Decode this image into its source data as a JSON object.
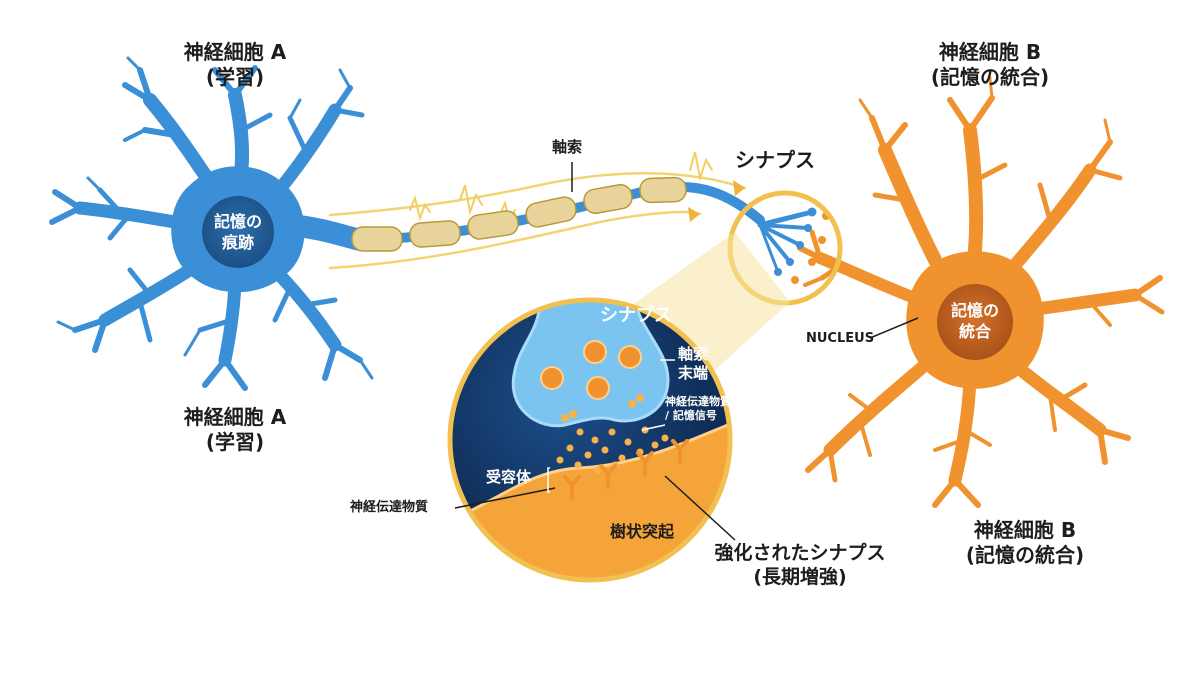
{
  "neuron_a": {
    "title_top": "神経細胞 A",
    "subtitle_top": "(学習)",
    "title_bottom": "神経細胞 A",
    "subtitle_bottom": "(学習)",
    "nucleus_line1": "記憶の",
    "nucleus_line2": "痕跡",
    "color": "#3b8fd6"
  },
  "neuron_b": {
    "title_top": "神経細胞 B",
    "subtitle_top": "(記憶の統合)",
    "title_bottom": "神経細胞 B",
    "subtitle_bottom": "(記憶の統合)",
    "nucleus_line1": "記憶の",
    "nucleus_line2": "統合",
    "nucleus_label": "NUCLEUS",
    "color": "#f0922e"
  },
  "axon_label": "軸索",
  "synapse_label": "シナプス",
  "inset": {
    "title": "シナプス",
    "terminal_line1": "軸索",
    "terminal_line2": "末端",
    "transmitter_line1": "神経伝達物質",
    "transmitter_line2": "/ 記憶信号",
    "receptor": "受容体",
    "dendrite": "樹状突起"
  },
  "neurotransmitter_label": "神経伝達物質",
  "strengthened_line1": "強化されたシナプス",
  "strengthened_line2": "(長期増強)",
  "colors": {
    "blue": "#3b8fd6",
    "blue_dark": "#1f6fb8",
    "orange": "#f0922e",
    "orange_dark": "#c96a14",
    "myelin": "#e8d49a",
    "inset_bg": "#0f2f5e",
    "gold": "#f5c24a"
  }
}
